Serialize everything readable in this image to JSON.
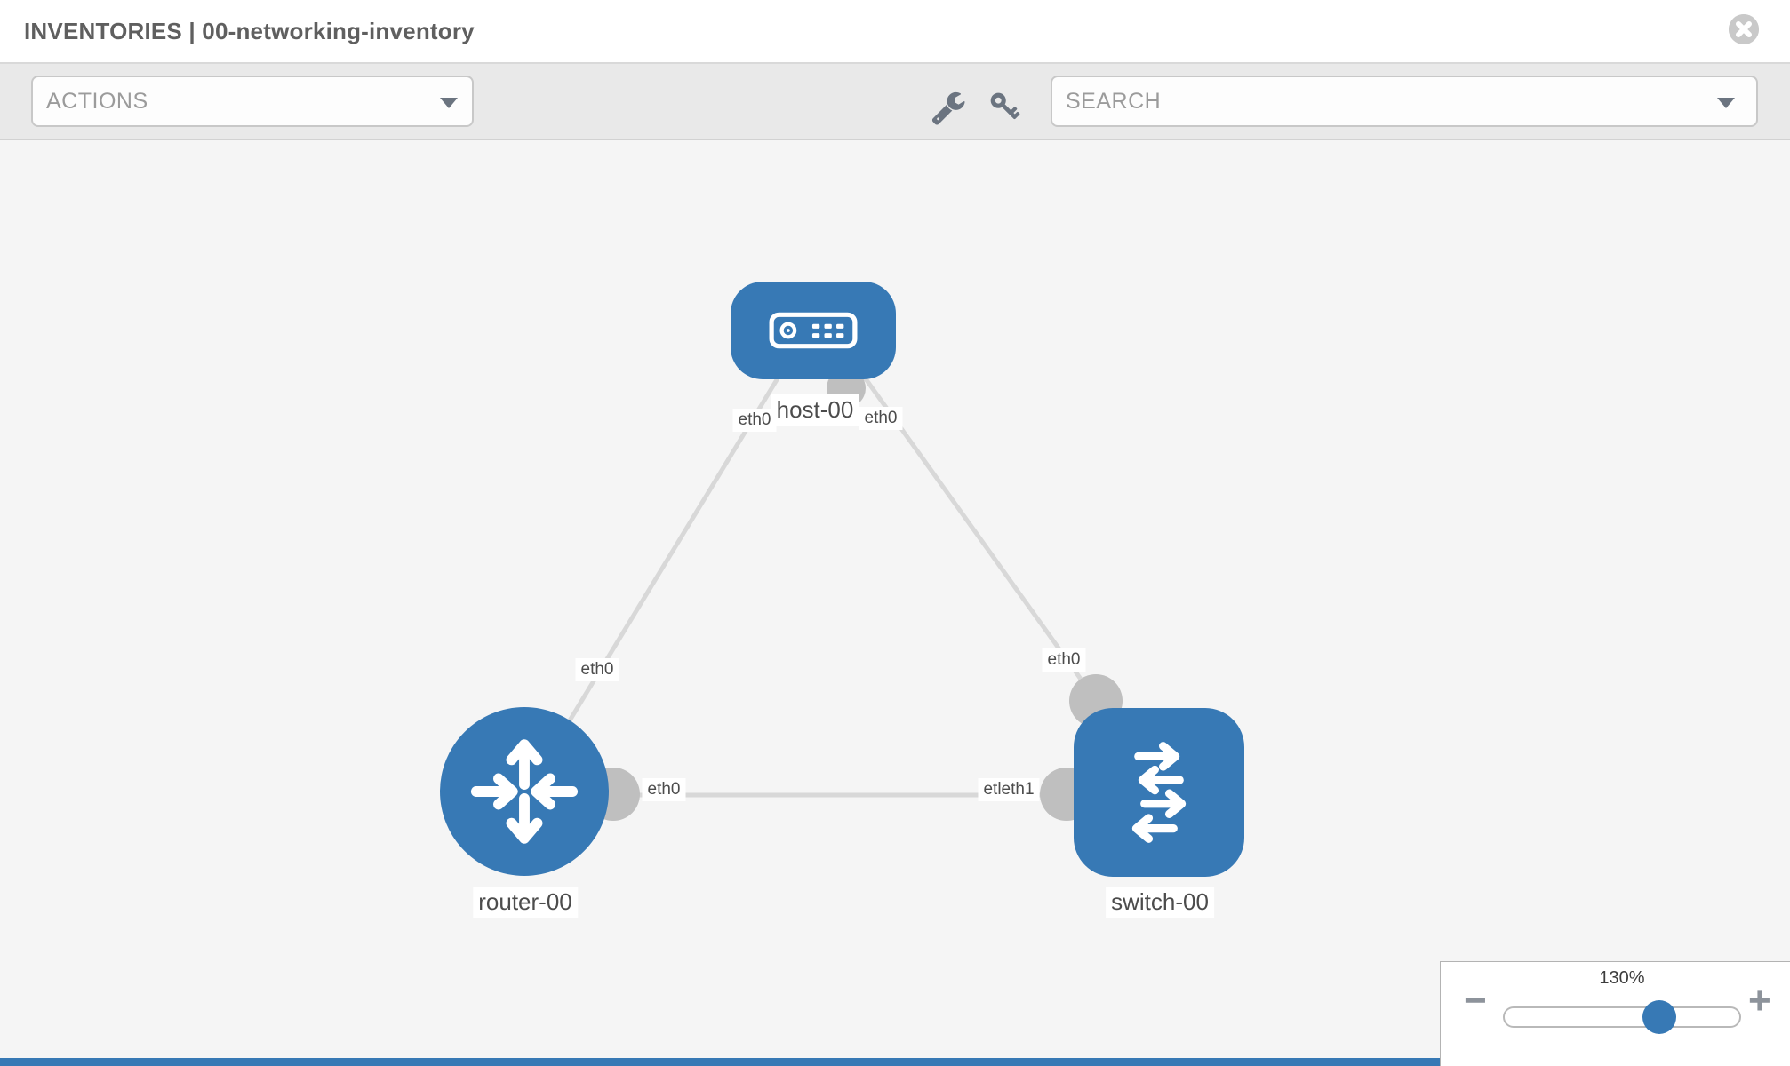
{
  "header": {
    "title": "INVENTORIES | 00-networking-inventory"
  },
  "toolbar": {
    "actions_label": "ACTIONS",
    "search_placeholder": "SEARCH",
    "icons": [
      "wrench-icon",
      "key-icon"
    ]
  },
  "topology": {
    "nodes": [
      {
        "id": "host-00",
        "label": "host-00",
        "type": "host",
        "icon": "server-icon"
      },
      {
        "id": "router-00",
        "label": "router-00",
        "type": "router",
        "icon": "router-arrows-icon"
      },
      {
        "id": "switch-00",
        "label": "switch-00",
        "type": "switch",
        "icon": "switch-arrows-icon"
      }
    ],
    "links": [
      {
        "from": "host-00",
        "to": "router-00"
      },
      {
        "from": "host-00",
        "to": "switch-00"
      },
      {
        "from": "router-00",
        "to": "switch-00"
      }
    ],
    "interface_labels": {
      "host_router_near_host": "eth0",
      "host_switch_near_host": "eth0",
      "host_router_near_router": "eth0",
      "host_switch_near_switch": "eth0",
      "router_switch_near_router": "eth0",
      "router_switch_near_switch": "etleth1"
    }
  },
  "zoom_control": {
    "level": "130%",
    "minus_label": "−",
    "plus_label": "+"
  },
  "colors": {
    "node_blue": "#3779b5",
    "link_gray": "#d8d8d8",
    "interface_gray": "#bfbfbf",
    "toolbar_gray": "#e9e9e9",
    "canvas_gray": "#f5f5f5",
    "icon_slate": "#6b7480"
  }
}
